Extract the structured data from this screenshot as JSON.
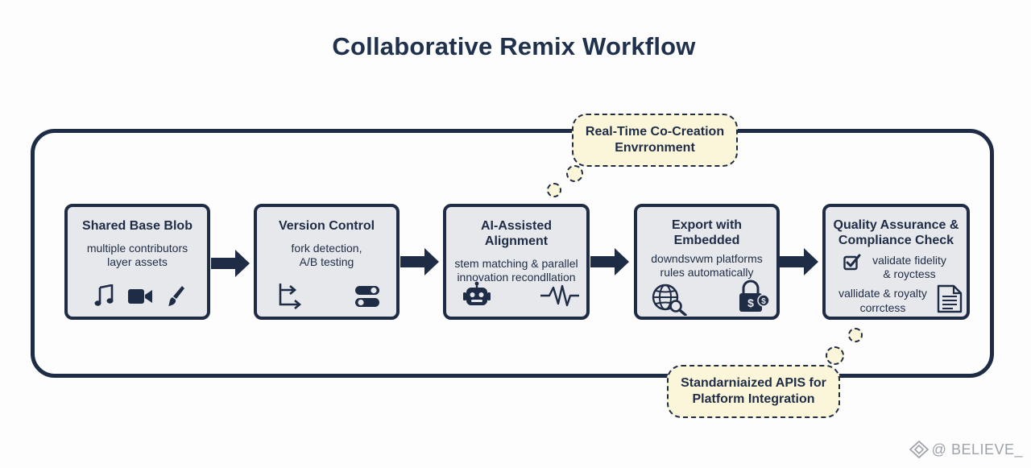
{
  "title": "Collaborative Remix Workflow",
  "steps": [
    {
      "title": "Shared Base Blob",
      "desc_lines": [
        "multiple contributors",
        "layer assets"
      ],
      "icons": [
        "music-note-icon",
        "video-camera-icon",
        "brush-icon"
      ]
    },
    {
      "title": "Version Control",
      "desc_lines": [
        "fork detection,",
        "A/B testing"
      ],
      "icons": [
        "fork-arrows-icon",
        "toggle-switches-icon"
      ]
    },
    {
      "title": "AI-Assisted Alignment",
      "desc_lines": [
        "stem matching & parallel",
        "innovation recondllation"
      ],
      "icons": [
        "robot-icon",
        "waveform-icon"
      ]
    },
    {
      "title_lines": [
        "Export with",
        "Embedded"
      ],
      "desc_lines": [
        "downdsvwm platforms",
        "rules automatically"
      ],
      "icons": [
        "globe-search-icon",
        "dollar-lock-icon"
      ]
    },
    {
      "title_lines": [
        "Quality Assurance &",
        "Compliance Check"
      ],
      "check_lines": [
        "validate fidelity",
        "& royctess"
      ],
      "extra_lines": [
        "vallidate & royalty",
        "corrctess"
      ],
      "icons": [
        "checkbox-icon",
        "document-icon"
      ]
    }
  ],
  "callouts": {
    "top_lines": [
      "Real-Time Co-Creation",
      "Envrronment"
    ],
    "bottom_lines": [
      "Standarniaized APIS for",
      "Platform Integration"
    ]
  },
  "watermark": "@ BELIEVE_",
  "colors": {
    "navy": "#1f2c45",
    "card_fill": "#e6e8ec",
    "callout_fill": "#fbf6d9"
  }
}
